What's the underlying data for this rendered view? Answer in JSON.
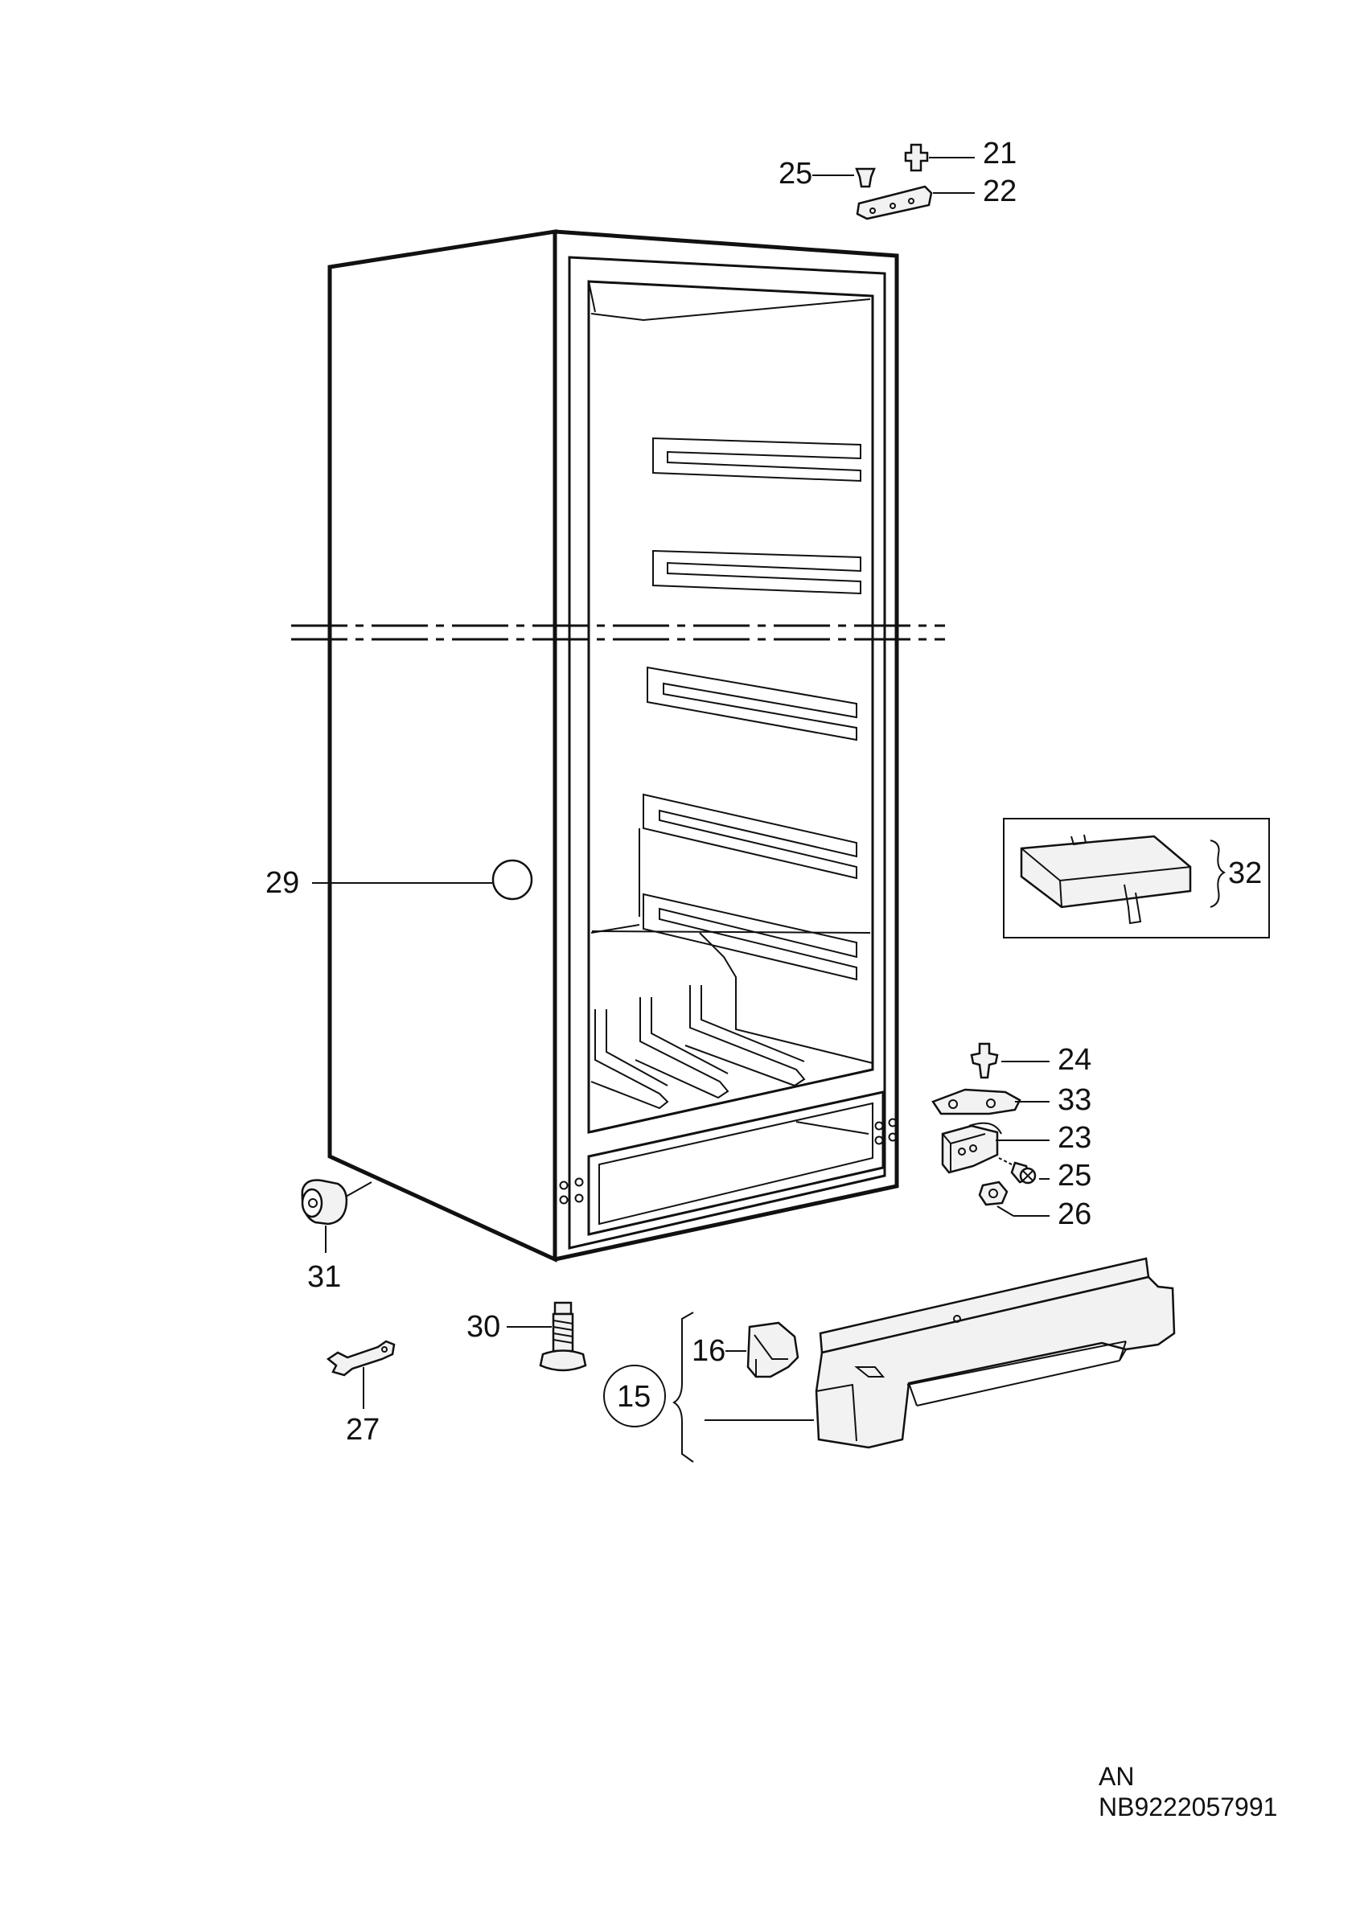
{
  "callouts": {
    "c21": "21",
    "c22": "22",
    "c25_top": "25",
    "c29": "29",
    "c32": "32",
    "c24": "24",
    "c33": "33",
    "c23": "23",
    "c25_side": "25",
    "c26": "26",
    "c31": "31",
    "c30": "30",
    "c16": "16",
    "c15": "15",
    "c27": "27"
  },
  "footer": {
    "line1": "AN",
    "line2": "NB9222057991"
  }
}
